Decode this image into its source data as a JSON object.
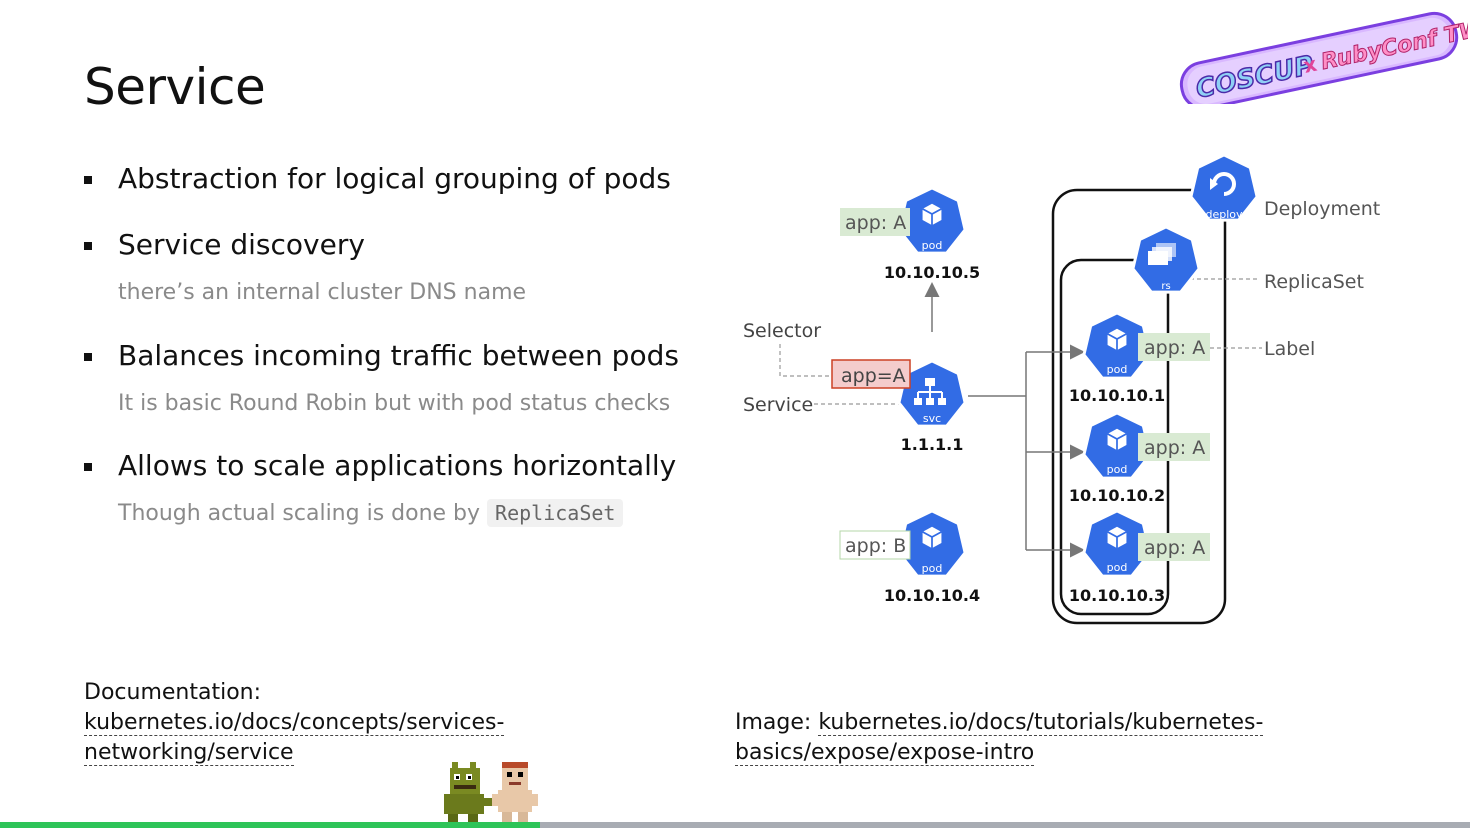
{
  "slide": {
    "title": "Service"
  },
  "logo": {
    "left_text": "COSCUP",
    "x_text": "x",
    "right_text": "RubyConf TW"
  },
  "bullets": [
    {
      "text": "Abstraction for logical grouping of pods"
    },
    {
      "text": "Service discovery",
      "sub": "there’s an internal cluster DNS name"
    },
    {
      "text": "Balances incoming traffic between pods",
      "sub": "It is basic Round Robin but with pod status checks"
    },
    {
      "text": "Allows to scale applications horizontally",
      "sub": "Though actual scaling is done by",
      "code": "ReplicaSet"
    }
  ],
  "diagram": {
    "labels": {
      "selector": "Selector",
      "service": "Service",
      "deployment": "Deployment",
      "replicaset": "ReplicaSet",
      "label": "Label",
      "selector_value": "app=A"
    },
    "icons": {
      "pod": "pod",
      "svc": "svc",
      "deploy": "deploy",
      "rs": "rs"
    },
    "service_ip": "1.1.1.1",
    "pods": [
      {
        "ip": "10.10.10.5",
        "label": "app: A"
      },
      {
        "ip": "10.10.10.4",
        "label": "app: B"
      },
      {
        "ip": "10.10.10.1",
        "label": "app: A"
      },
      {
        "ip": "10.10.10.2",
        "label": "app: A"
      },
      {
        "ip": "10.10.10.3",
        "label": "app: A"
      }
    ],
    "colors": {
      "k8s_blue": "#326ce5",
      "label_green": "#d9ead3",
      "selector_red": "#f4cccc",
      "selector_border": "#cc4125"
    }
  },
  "footer": {
    "doc_label": "Documentation:",
    "doc_link_line1": "kubernetes.io/docs/concepts/services-",
    "doc_link_line2": "networking/service",
    "image_label": "Image:",
    "image_link_line1": "kubernetes.io/docs/tutorials/kubernetes-",
    "image_link_line2": "basics/expose/expose-intro"
  },
  "colors": {
    "bar_green": "#2ec458",
    "bar_gray": "#a8acb3"
  }
}
